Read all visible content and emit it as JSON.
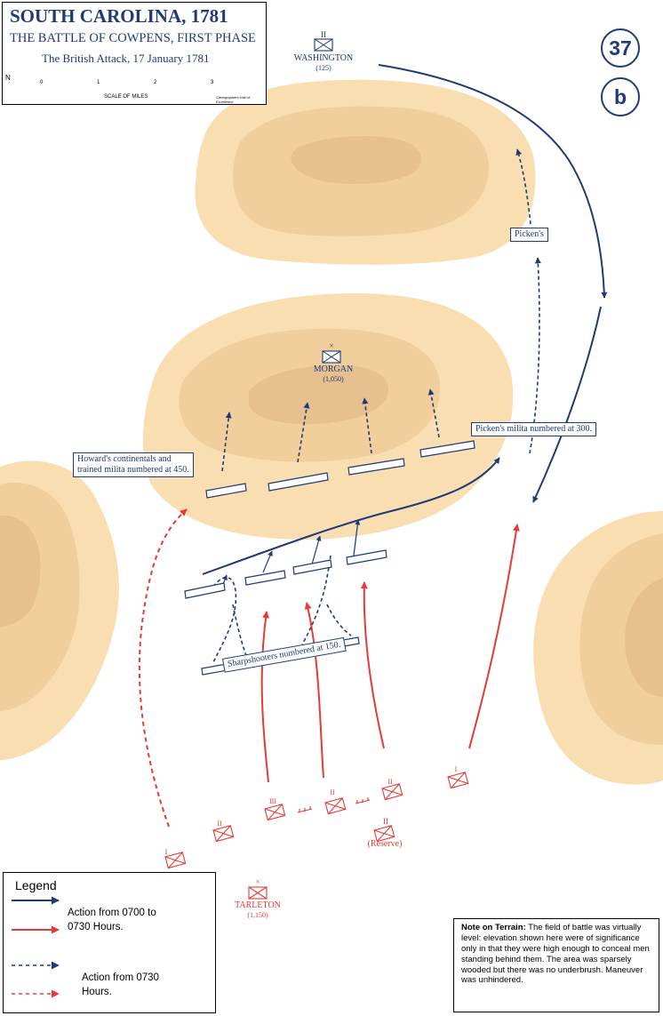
{
  "title": {
    "main": "SOUTH CAROLINA, 1781",
    "subtitle": "THE BATTLE OF COWPENS, FIRST PHASE",
    "subsubtitle": "The British Attack, 17 January 1781",
    "north_label": "N",
    "scale_ticks": [
      "0",
      "1",
      "2",
      "3"
    ],
    "scale_caption": "SCALE OF MILES",
    "credit": "Cartographers Hall of Excellence"
  },
  "badges": {
    "plate": "37",
    "letter": "b"
  },
  "units": {
    "washington": {
      "name": "WASHINGTON",
      "strength": "(125)",
      "echelon": "II"
    },
    "morgan": {
      "name": "MORGAN",
      "strength": "(1,050)",
      "echelon": "×"
    },
    "tarleton": {
      "name": "TARLETON",
      "strength": "(1,150)",
      "echelon": "×"
    },
    "reserve": {
      "name": "(Reserve)",
      "echelon": "II"
    },
    "british_echelons": [
      "I",
      "II",
      "III",
      "II",
      "II",
      "I"
    ]
  },
  "labels": {
    "pickens": "Picken's",
    "pickens_militia": "Picken's milita numbered at 300.",
    "howards": "Howard's continentals and trained milita numbered at 450.",
    "howards_line1": "Howard's continentals and",
    "howards_line2": "trained milita numbered at 450.",
    "sharpshooters": "Sharpshooters numbered at 150."
  },
  "legend": {
    "title": "Legend",
    "items": [
      {
        "text1": "Action from 0700 to",
        "text2": "0730 Hours.",
        "color": "#1e3a78",
        "style": "solid"
      },
      {
        "text1": "",
        "text2": "",
        "color": "#e53a35",
        "style": "solid"
      },
      {
        "text1": "",
        "text2": "",
        "color": "#1e3a78",
        "style": "dashed"
      },
      {
        "text1": "Action from 0730",
        "text2": "Hours.",
        "color": "#e53a35",
        "style": "dashed"
      }
    ]
  },
  "note": {
    "heading": "Note on Terrain:",
    "body": "The field of battle was virtually level: elevation shown here were of significance only in that they were high enough to conceal men standing behind them. The area was sparsely wooded but there was no underbrush.  Maneuver was unhindered."
  },
  "colors": {
    "american": "#1e3a78",
    "british": "#e53a35",
    "terrain_low": "#f9deb1",
    "terrain_mid": "#f1cf9d",
    "terrain_high": "#e6c08e"
  }
}
